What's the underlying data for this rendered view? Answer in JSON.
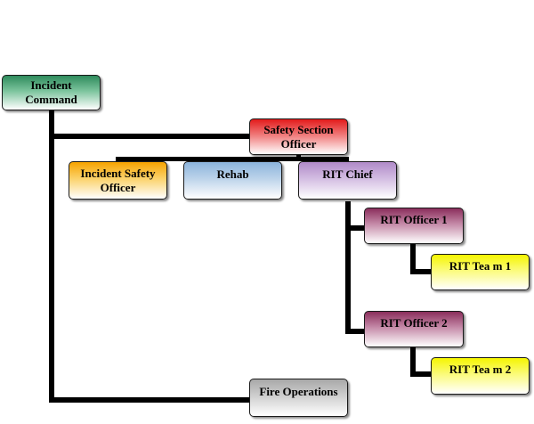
{
  "nodes": {
    "incident_command": {
      "lines": [
        "Incident",
        "Command"
      ]
    },
    "safety_section_officer": {
      "lines": [
        "Safety Section",
        "Officer"
      ]
    },
    "incident_safety_officer": {
      "lines": [
        "Incident Safety",
        "Officer"
      ]
    },
    "rehab": {
      "lines": [
        "Rehab"
      ]
    },
    "rit_chief": {
      "lines": [
        "RIT Chief"
      ]
    },
    "rit_officer_1": {
      "lines": [
        "RIT Officer 1"
      ]
    },
    "rit_team_1": {
      "lines": [
        "RIT Tea m 1"
      ]
    },
    "rit_officer_2": {
      "lines": [
        "RIT Officer 2"
      ]
    },
    "rit_team_2": {
      "lines": [
        "RIT Tea m 2"
      ]
    },
    "fire_operations": {
      "lines": [
        "Fire Operations"
      ]
    }
  },
  "colors": {
    "green": "#2e8b5c",
    "red": "#e31b1b",
    "orange": "#f6a300",
    "blue": "#8cb4dc",
    "purple": "#b08ac8",
    "maroon": "#8b2e5c",
    "yellow": "#f5f500",
    "gray": "#a8a8a8"
  }
}
